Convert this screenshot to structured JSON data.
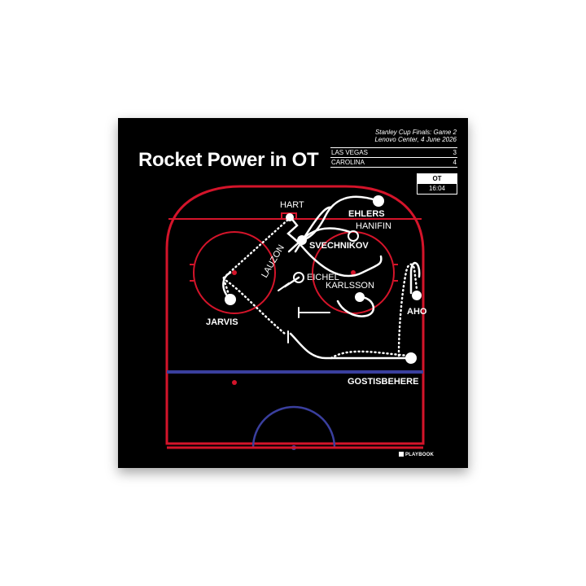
{
  "title": "Rocket Power in OT",
  "game": {
    "line1": "Stanley Cup Finals: Game 2",
    "line2": "Lenovo Center, 4 June 2026"
  },
  "teams": [
    {
      "name": "LAS VEGAS",
      "score": "3"
    },
    {
      "name": "CAROLINA",
      "score": "4"
    }
  ],
  "clock": {
    "period": "OT",
    "time": "16:04"
  },
  "players": {
    "hart": "HART",
    "ehlers": "EHLERS",
    "hanifin": "HANIFIN",
    "svechnikov": "SVECHNIKOV",
    "lauzon": "LAUZON",
    "eichel": "EICHEL",
    "karlsson": "KARLSSON",
    "jarvis": "JARVIS",
    "aho": "AHO",
    "gostisbehere": "GOSTISBEHERE"
  },
  "brand": "PLAYBOOK",
  "colors": {
    "background": "#000000",
    "rink_red": "#d4142a",
    "blue_line": "#3a3f9e",
    "lines": "#ffffff"
  }
}
